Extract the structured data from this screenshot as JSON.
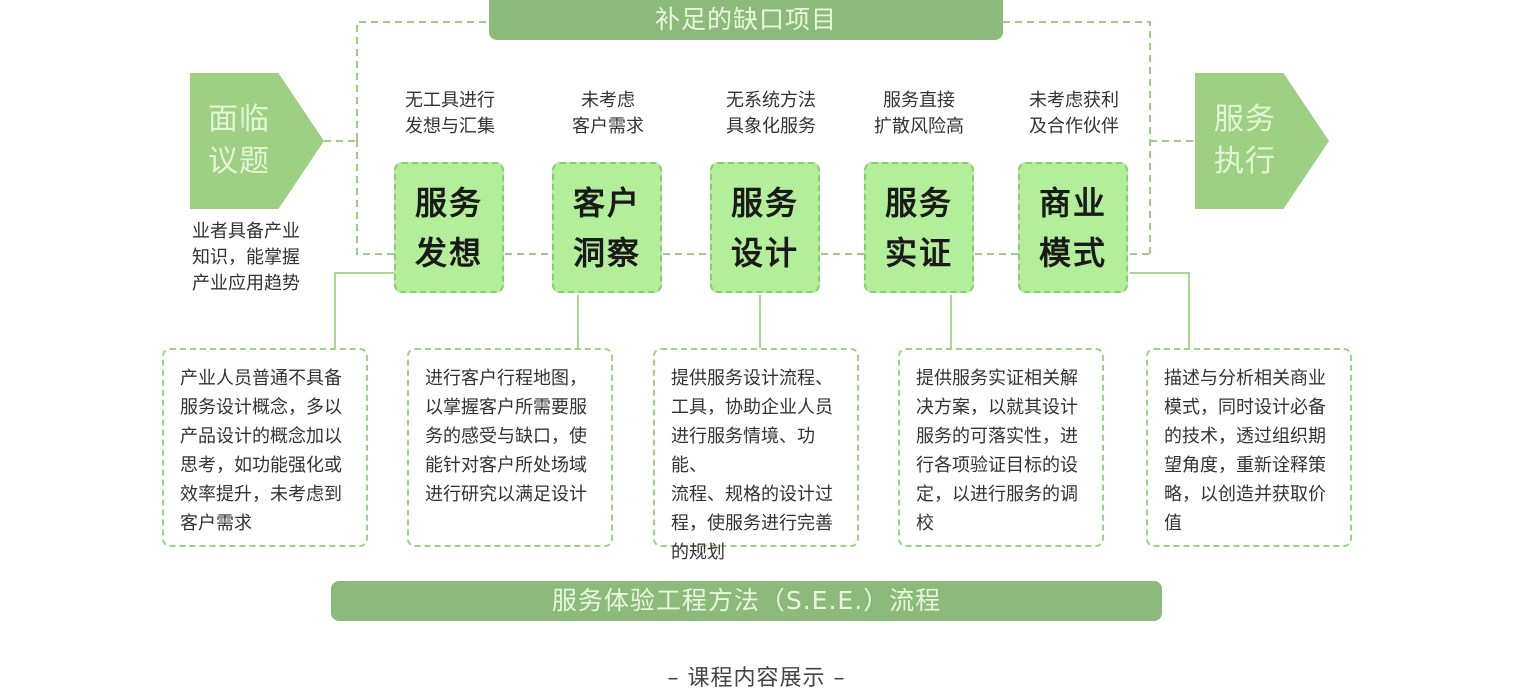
{
  "top_banner": "补足的缺口项目",
  "left_arrow": {
    "line1": "面临",
    "line2": "议题"
  },
  "right_arrow": {
    "line1": "服务",
    "line2": "执行"
  },
  "left_note": [
    "业者具备产业",
    "知识，能掌握",
    "产业应用趋势"
  ],
  "issues": [
    {
      "line1": "无工具进行",
      "line2": "发想与汇集"
    },
    {
      "line1": "未考虑",
      "line2": "客户需求"
    },
    {
      "line1": "无系统方法",
      "line2": "具象化服务"
    },
    {
      "line1": "服务直接",
      "line2": "扩散风险高"
    },
    {
      "line1": "未考虑获利",
      "line2": "及合作伙伴"
    }
  ],
  "steps": [
    {
      "line1": "服务",
      "line2": "发想"
    },
    {
      "line1": "客户",
      "line2": "洞察"
    },
    {
      "line1": "服务",
      "line2": "设计"
    },
    {
      "line1": "服务",
      "line2": "实证"
    },
    {
      "line1": "商业",
      "line2": "模式"
    }
  ],
  "descriptions": [
    [
      "产业人员普通不具备",
      "服务设计概念，多以",
      "产品设计的概念加以",
      "思考，如功能强化或",
      "效率提升，未考虑到",
      "客户需求"
    ],
    [
      "进行客户行程地图，",
      "以掌握客户所需要服",
      "务的感受与缺口，使",
      "能针对客户所处场域",
      "进行研究以满足设计"
    ],
    [
      "提供服务设计流程、",
      "工具，协助企业人员",
      "进行服务情境、功能、",
      "流程、规格的设计过",
      "程，使服务进行完善",
      "的规划"
    ],
    [
      "提供服务实证相关解",
      "决方案，以就其设计",
      "服务的可落实性，进",
      "行各项验证目标的设",
      "定，以进行服务的调",
      "校"
    ],
    [
      "描述与分析相关商业",
      "模式，同时设计必备",
      "的技术，透过组织期",
      "望角度，重新诠释策",
      "略，以创造并获取价",
      "值"
    ]
  ],
  "bottom_banner": "服务体验工程方法（S.E.E.）流程",
  "caption": "– 课程内容展示 –",
  "colors": {
    "banner": "#8cba7a",
    "step_fill": "#b3ee9a",
    "dash": "#8ccb6f",
    "arrow": "#9dd083"
  }
}
